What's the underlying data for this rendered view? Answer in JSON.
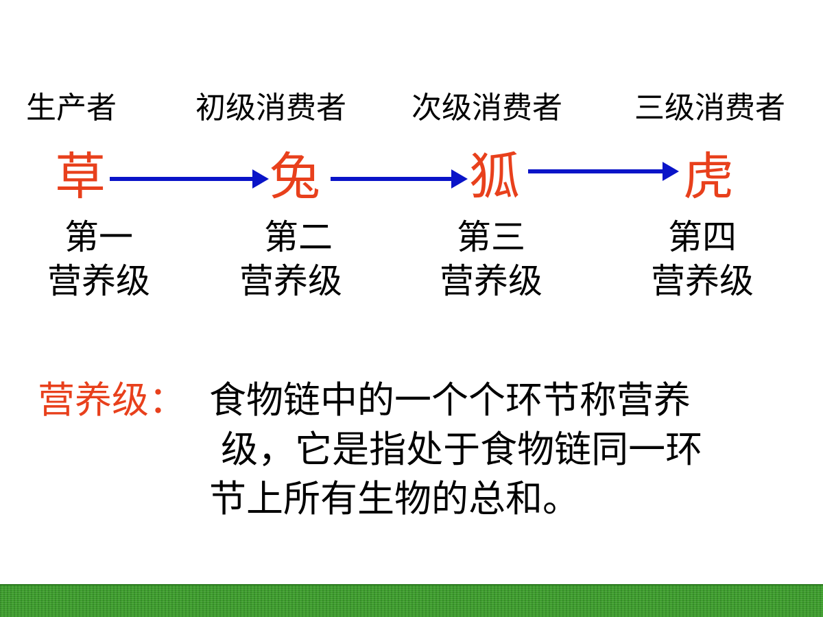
{
  "colors": {
    "organism": "#e8401c",
    "arrow": "#0a14c8",
    "term": "#e8401c",
    "text": "#000000",
    "grass": "#3f9e2e"
  },
  "food_chain": [
    {
      "role": "生产者",
      "organism": "草",
      "level_line1": "第一",
      "level_line2": "营养级"
    },
    {
      "role": "初级消费者",
      "organism": "兔",
      "level_line1": "第二",
      "level_line2": "营养级"
    },
    {
      "role": "次级消费者",
      "organism": "狐",
      "level_line1": "第三",
      "level_line2": "营养级"
    },
    {
      "role": "三级消费者",
      "organism": "虎",
      "level_line1": "第四",
      "level_line2": "营养级"
    }
  ],
  "definition": {
    "term": "营养级：",
    "lines": [
      "食物链中的一个个环节称营养",
      " 级，它是指处于食物链同一环",
      "节上所有生物的总和。"
    ]
  }
}
